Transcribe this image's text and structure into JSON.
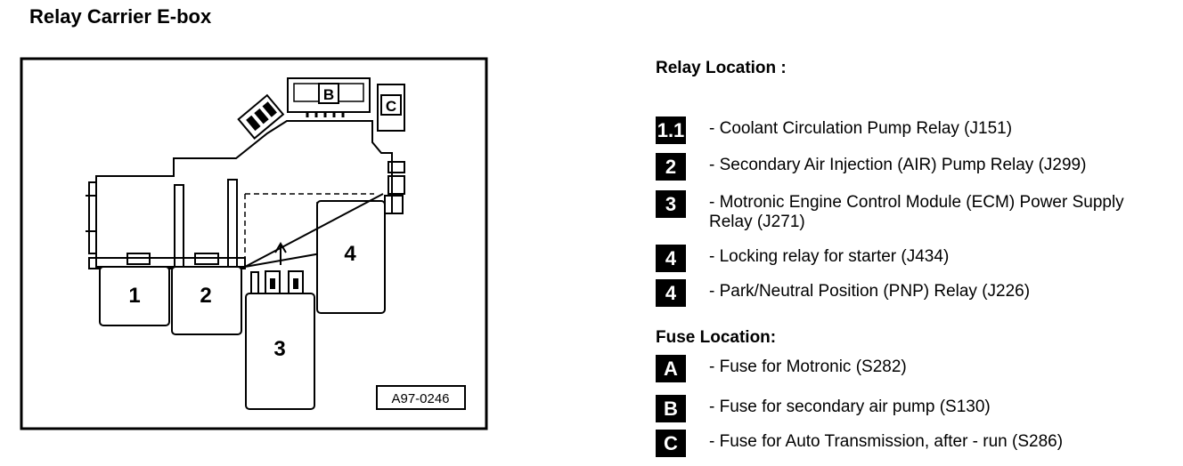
{
  "title": "Relay Carrier E-box",
  "diagram": {
    "positions": [
      "1",
      "2",
      "3",
      "4"
    ],
    "fuse_labels": [
      "B",
      "C"
    ],
    "ref_code": "A97-0246"
  },
  "relay_heading": "Relay Location :",
  "relays": [
    {
      "badge": "1.1",
      "text": "- Coolant Circulation Pump Relay (J151)"
    },
    {
      "badge": "2",
      "text": "- Secondary Air Injection (AIR) Pump Relay (J299)"
    },
    {
      "badge": "3",
      "text": "- Motronic Engine Control Module (ECM) Power Supply Relay (J271)"
    },
    {
      "badge": "4",
      "text": "- Locking relay for starter (J434)"
    },
    {
      "badge": "4",
      "text": "- Park/Neutral Position (PNP) Relay (J226)"
    }
  ],
  "fuse_heading": "Fuse Location:",
  "fuses": [
    {
      "badge": "A",
      "text": "- Fuse for Motronic (S282)"
    },
    {
      "badge": "B",
      "text": "- Fuse for secondary air pump (S130)"
    },
    {
      "badge": "C",
      "text": "- Fuse for Auto Transmission, after - run (S286)"
    }
  ]
}
